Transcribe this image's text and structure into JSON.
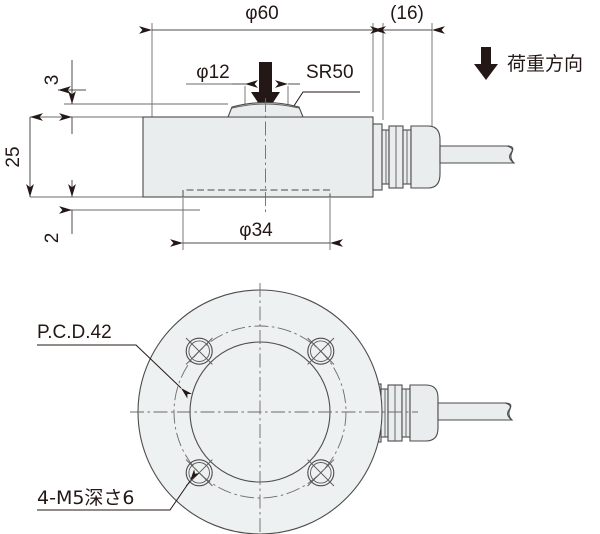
{
  "drawing": {
    "title": "Load cell outline dimension drawing",
    "views": {
      "side": {
        "name": "side-elevation-view"
      },
      "plan": {
        "name": "bottom-plan-view"
      }
    },
    "colors": {
      "line": "#4c4c4c",
      "text": "#231815",
      "body_fill": "#e9eded",
      "thin_line": "#6b6b6b"
    },
    "dimensions": {
      "outer_diameter": "φ60",
      "boss_diameter": "φ12",
      "spherical_radius": "SR50",
      "cable_gland_length": "(16)",
      "recess_diameter": "φ34",
      "top_boss_height": "3",
      "body_height": "25",
      "recess_depth": "2"
    },
    "notes": {
      "load_direction": "荷重方向",
      "pitch_circle_diameter": "P.C.D.42",
      "tapped_holes": "4-M5深さ6"
    },
    "icons": {
      "load_arrow": "down-arrow-icon",
      "load_arrow_big": "load-direction-arrow-icon",
      "tapped_hole": "tapped-hole-icon",
      "cable_break": "cable-break-icon"
    }
  }
}
